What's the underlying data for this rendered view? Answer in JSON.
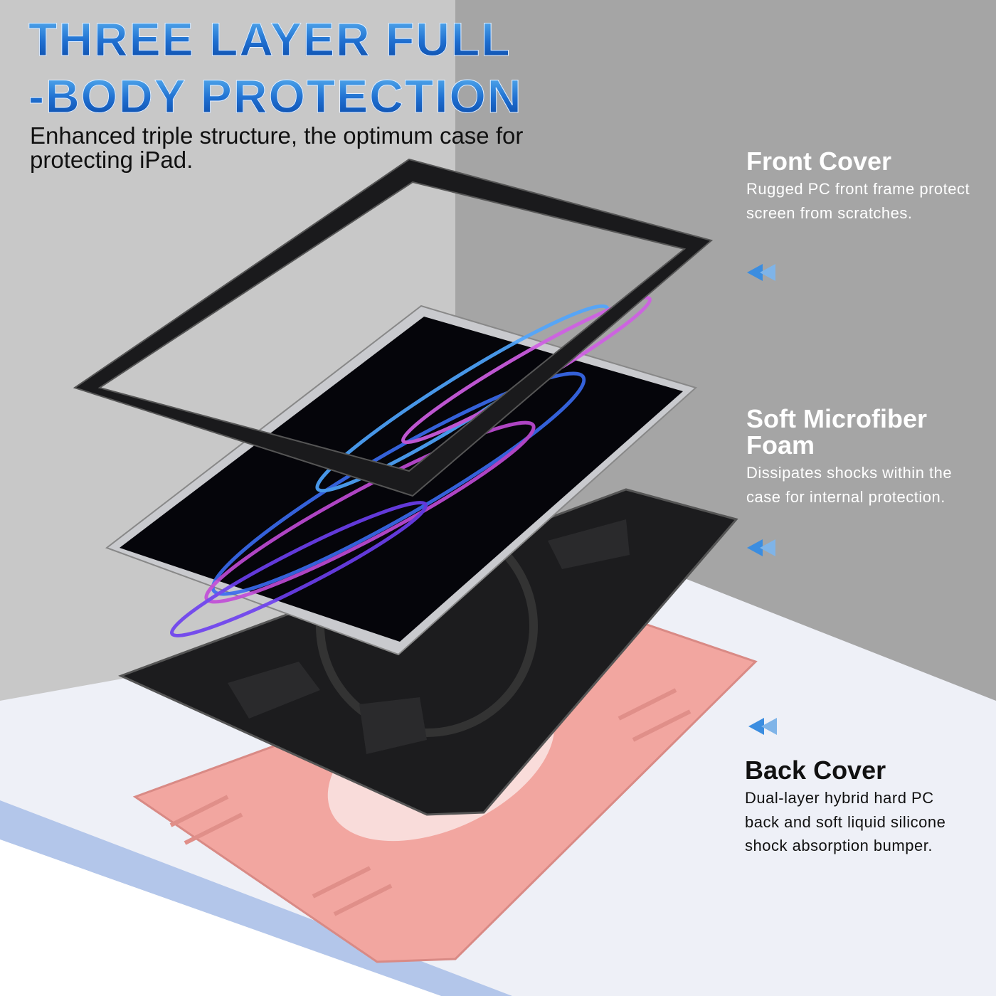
{
  "title": {
    "line1": "THREE LAYER FULL",
    "line2": "-BODY PROTECTION"
  },
  "subtitle": "Enhanced triple structure, the optimum case for protecting iPad.",
  "features": [
    {
      "heading": "Front Cover",
      "description": "Rugged PC front frame protect screen from scratches."
    },
    {
      "heading": "Soft Microfiber Foam",
      "description": "Dissipates shocks within the case for internal protection."
    },
    {
      "heading": "Back Cover",
      "description": "Dual-layer hybrid hard PC back and soft liquid silicone shock absorption bumper."
    }
  ],
  "colors": {
    "accent": "#1f6fd0",
    "arrow": "#3b8de0",
    "bumper": "#f2a6a0",
    "case": "#1c1c1e"
  }
}
